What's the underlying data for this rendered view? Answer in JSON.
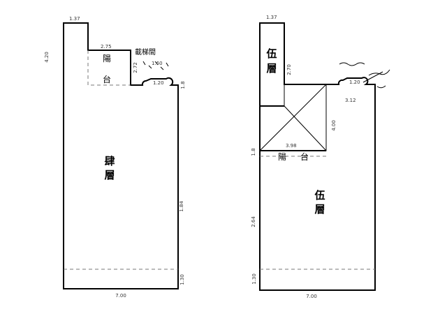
{
  "left_plan": {
    "room_main": [
      "肆",
      "層"
    ],
    "balcony": [
      "陽",
      "台"
    ],
    "note": "載梯間",
    "dims": {
      "top_stub": "1.37",
      "balcony_width": "2.75",
      "left_height": "4.20",
      "bottom": "7.00",
      "right_side": "1.84",
      "small_a": "2.72",
      "small_b": "1.60",
      "bump": "1.20",
      "side_b": "1.30",
      "right_small": "1.8"
    }
  },
  "right_plan": {
    "room_upper": [
      "伍",
      "層"
    ],
    "room_main": [
      "伍",
      "層"
    ],
    "balcony": [
      "陽",
      "台"
    ],
    "dims": {
      "top_stub": "1.37",
      "stub_height": "2.70",
      "void_width": "3.98",
      "void_height": "4.00",
      "bump": "1.20",
      "bump_width": "3.12",
      "bottom": "7.00",
      "left_side": "2.64",
      "small_left": "1.8",
      "bottom_left": "1.30"
    }
  }
}
